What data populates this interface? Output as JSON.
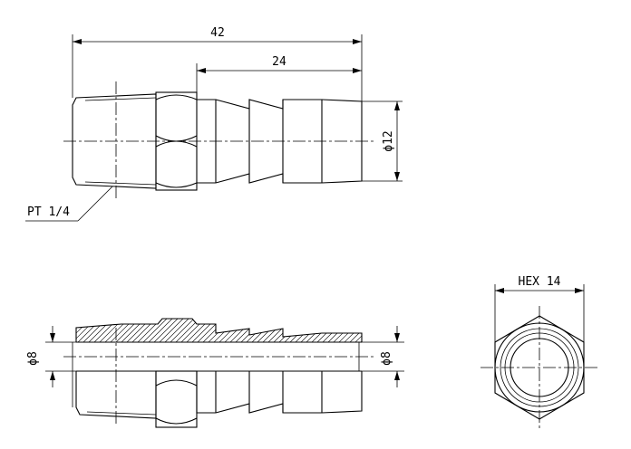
{
  "drawing": {
    "overall_length": "42",
    "barb_length": "24",
    "barb_diameter": "ϕ12",
    "thread_callout": "PT 1/4",
    "bore_left": "ϕ8",
    "bore_right": "ϕ8",
    "hex_size": "HEX 14"
  },
  "colors": {
    "line": "#000000",
    "background": "#ffffff"
  }
}
